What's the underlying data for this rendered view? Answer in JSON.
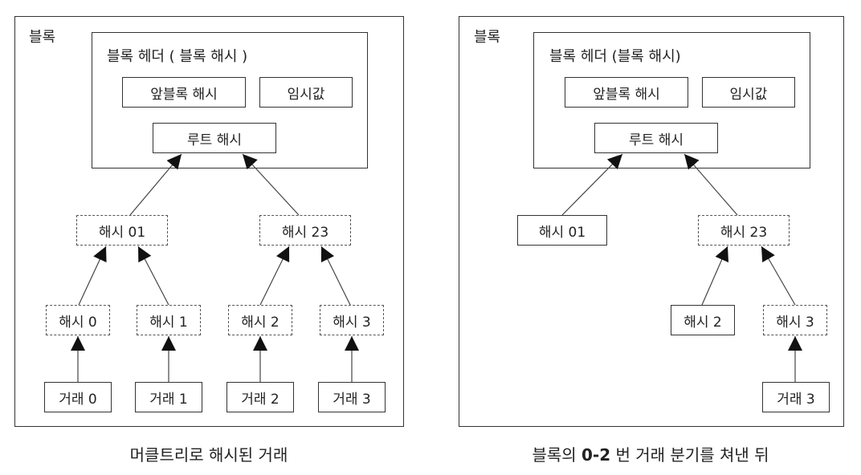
{
  "left": {
    "block_label": "블록",
    "header_label": "블록 헤더 ( 블록 해시 )",
    "prev_hash": "앞블록 해시",
    "nonce": "임시값",
    "root_hash": "루트 해시",
    "hash01": "해시 01",
    "hash23": "해시 23",
    "hash0": "해시 0",
    "hash1": "해시 1",
    "hash2": "해시 2",
    "hash3": "해시 3",
    "tx0": "거래 0",
    "tx1": "거래 1",
    "tx2": "거래 2",
    "tx3": "거래 3",
    "caption": "머클트리로 해시된 거래"
  },
  "right": {
    "block_label": "블록",
    "header_label": "블록 헤더 (블록 해시)",
    "prev_hash": "앞블록 해시",
    "nonce": "임시값",
    "root_hash": "루트 해시",
    "hash01": "해시 01",
    "hash23": "해시 23",
    "hash2": "해시 2",
    "hash3": "해시 3",
    "tx3": "거래 3",
    "caption_pre": "블록의 ",
    "caption_bold": "0-2",
    "caption_post": " 번 거래 분기를 쳐낸 뒤"
  }
}
